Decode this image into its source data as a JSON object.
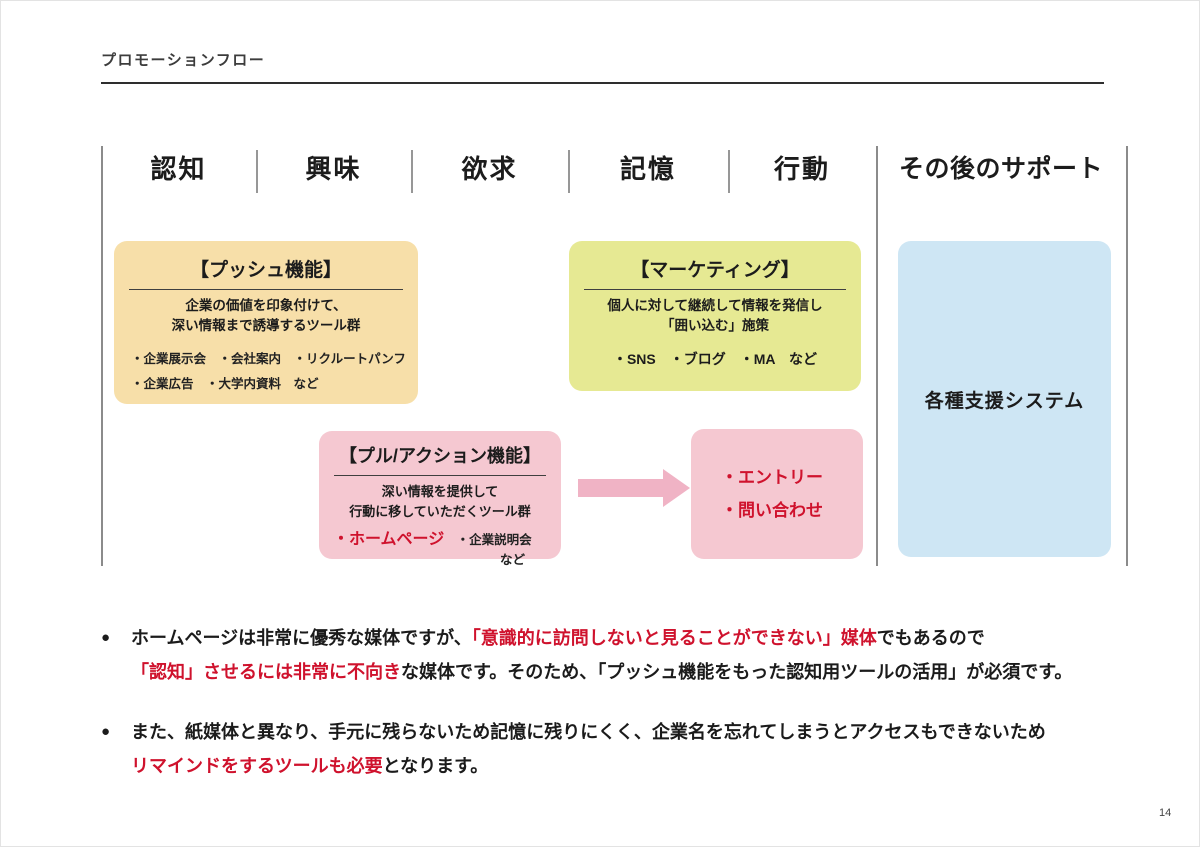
{
  "page": {
    "title": "プロモーションフロー",
    "page_number": "14"
  },
  "colors": {
    "push_bg": "#f7dfa9",
    "marketing_bg": "#e6e993",
    "pink_bg": "#f5c8d1",
    "support_bg": "#cee6f4",
    "arrow_pink": "#f0b3c5",
    "red_text": "#cf122d"
  },
  "stages": [
    {
      "label": "認知"
    },
    {
      "label": "興味"
    },
    {
      "label": "欲求"
    },
    {
      "label": "記憶"
    },
    {
      "label": "行動"
    },
    {
      "label": "その後のサポート"
    }
  ],
  "boxes": {
    "push": {
      "title": "【プッシュ機能】",
      "desc_line1": "企業の価値を印象付けて、",
      "desc_line2": "深い情報まで誘導するツール群",
      "items_line1": "・企業展示会　・会社案内　・リクルートパンフ",
      "items_line2": "・企業広告　・大学内資料　など"
    },
    "marketing": {
      "title": "【マーケティング】",
      "desc_line1": "個人に対して継続して情報を発信し",
      "desc_line2": "「囲い込む」施策",
      "items": "・SNS　・ブログ　・MA　など"
    },
    "pull": {
      "title": "【プル/アクション機能】",
      "desc_line1": "深い情報を提供して",
      "desc_line2": "行動に移していただくツール群",
      "item_highlight": "・ホームページ",
      "item_normal": "・企業説明会",
      "item_etc": "など"
    },
    "action": {
      "item1": "・エントリー",
      "item2": "・問い合わせ"
    },
    "support": {
      "label": "各種支援システム"
    }
  },
  "notes": {
    "marker": "●",
    "bullet1": {
      "l1_black1": "ホームページは非常に優秀な媒体ですが、",
      "l1_red": "「意識的に訪問しないと見ることができない」媒体",
      "l1_black2": "でもあるので",
      "l2_red": "「認知」させるには非常に不向き",
      "l2_black": "な媒体です。そのため、「プッシュ機能をもった認知用ツールの活用」が必須です。"
    },
    "bullet2": {
      "l1_black": "また、紙媒体と異なり、手元に残らないため記憶に残りにくく、企業名を忘れてしまうとアクセスもできないため",
      "l2_red": "リマインドをするツールも必要",
      "l2_black": "となります。"
    }
  }
}
